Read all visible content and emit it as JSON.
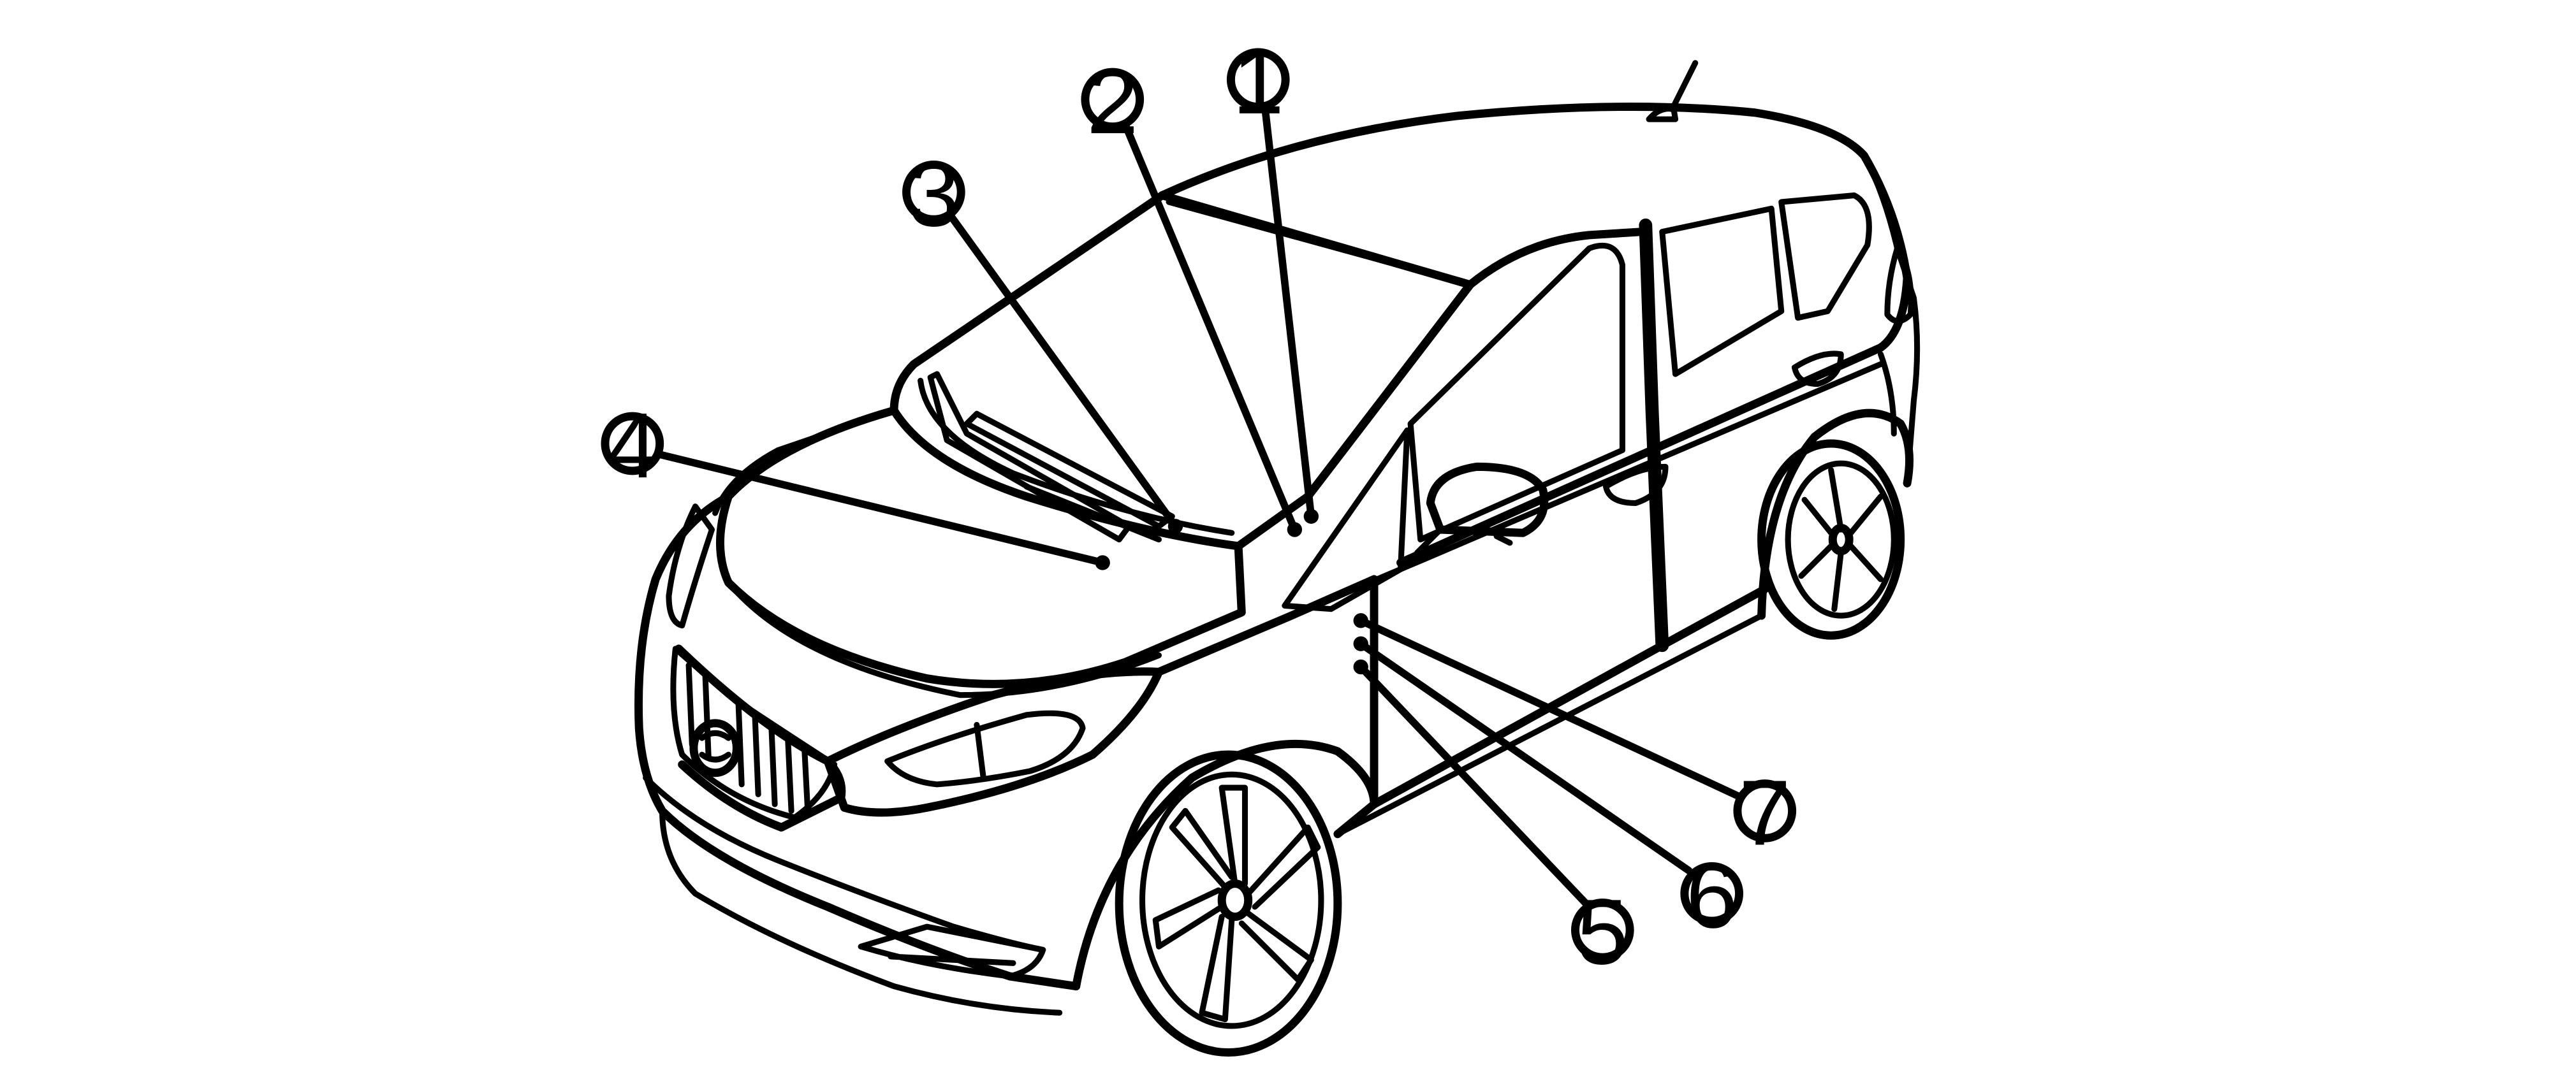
{
  "diagram": {
    "colors": {
      "background": "#ffffff",
      "line": "#000000"
    },
    "callouts": [
      {
        "id": "callout-1",
        "label": "1"
      },
      {
        "id": "callout-2",
        "label": "2"
      },
      {
        "id": "callout-3",
        "label": "3"
      },
      {
        "id": "callout-4",
        "label": "4"
      },
      {
        "id": "callout-5",
        "label": "5"
      },
      {
        "id": "callout-6",
        "label": "6"
      },
      {
        "id": "callout-7",
        "label": "7"
      }
    ]
  }
}
